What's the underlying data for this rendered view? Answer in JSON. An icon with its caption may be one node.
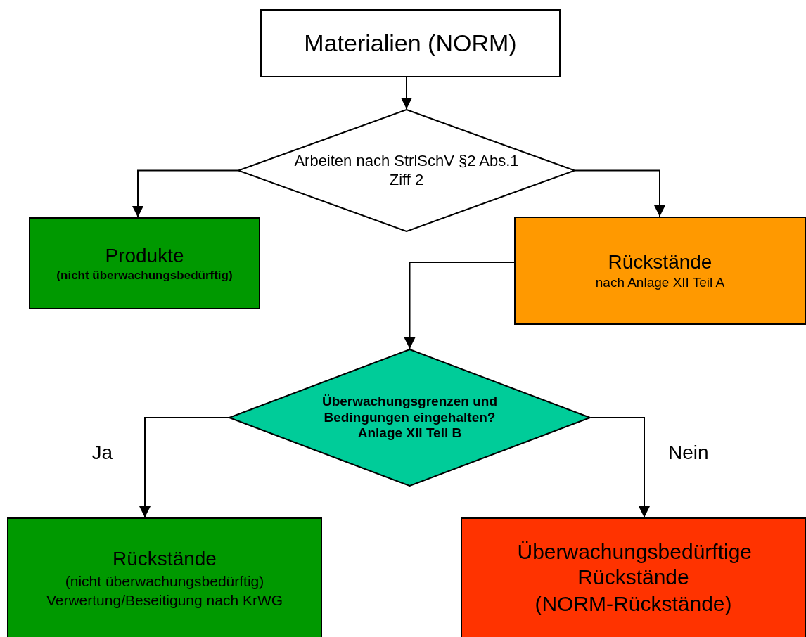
{
  "diagram": {
    "nodes": [
      {
        "text": [
          "Materialien (NORM)"
        ]
      },
      {
        "text": [
          "Arbeiten nach StrlSchV §2 Abs.1 Ziff 2"
        ]
      },
      {
        "text": [
          "Produkte",
          "(nicht überwachungsbedürftig)"
        ]
      },
      {
        "text": [
          "Rückstände",
          "nach Anlage XII Teil A"
        ]
      },
      {
        "text": [
          "Überwachungsgrenzen und Bedingungen eingehalten? Anlage XII Teil B"
        ]
      },
      {
        "text": [
          "Rückstände",
          "(nicht überwachungsbedürftig)",
          "Verwertung/Beseitigung nach KrWG"
        ]
      },
      {
        "text": [
          "Überwachungsbedürftige Rückstände",
          "(NORM-Rückstände)"
        ]
      }
    ],
    "edges": [
      {
        "from": 0,
        "to": 1,
        "arrow": "to"
      },
      {
        "from": 1,
        "to": 2,
        "arrow": "to"
      },
      {
        "from": 1,
        "to": 3,
        "arrow": "to"
      },
      {
        "from": 3,
        "to": 4,
        "arrow": "to"
      },
      {
        "from": 4,
        "to": 5,
        "arrow": "to",
        "label": "Ja"
      },
      {
        "from": 4,
        "to": 6,
        "arrow": "to",
        "label": "Nein"
      }
    ]
  }
}
